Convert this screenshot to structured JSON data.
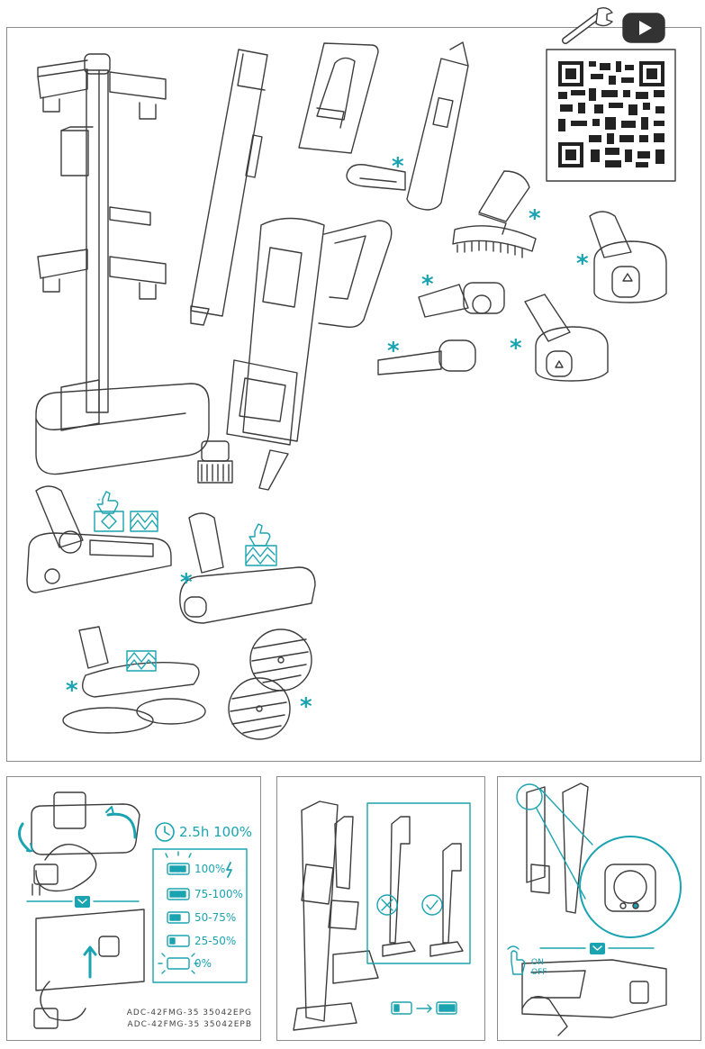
{
  "colors": {
    "accent": "#1aa3b0",
    "line": "#3c3c3c",
    "frame": "#8a8a8a"
  },
  "icons": [
    "wrench-icon",
    "youtube-play-icon",
    "qr-code",
    "thumbs-up-icon",
    "carpet-icon",
    "hard-floor-icon",
    "clock-icon",
    "battery-icon",
    "lightning-icon",
    "chevron-down-icon",
    "hand-press-icon",
    "cross-circle-icon",
    "check-circle-icon"
  ],
  "accessories": {
    "optional_marker": "*"
  },
  "charging": {
    "time_label": "2.5h 100%",
    "battery_levels": [
      {
        "label": "100%",
        "bars": 3
      },
      {
        "label": "75-100%",
        "bars": 3
      },
      {
        "label": "50-75%",
        "bars": 2
      },
      {
        "label": "25-50%",
        "bars": 1
      },
      {
        "label": "0%",
        "bars": 0
      }
    ],
    "models": [
      "ADC-42FMG-35 35042EPG",
      "ADC-42FMG-35 35042EPB"
    ]
  },
  "power": {
    "on": "ON",
    "off": "OFF"
  }
}
